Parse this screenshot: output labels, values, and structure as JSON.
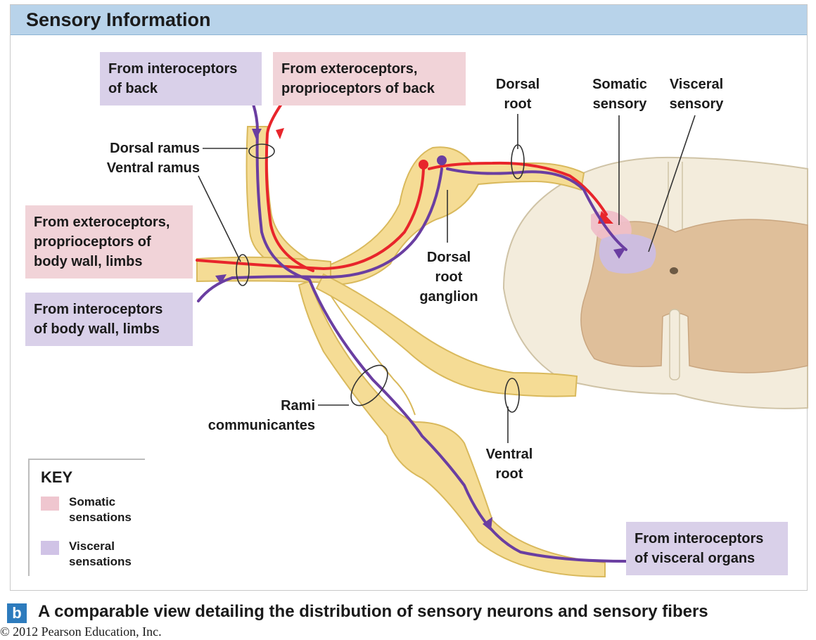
{
  "header": {
    "title": "Sensory Information"
  },
  "labels": {
    "interoceptors_back": [
      "From interoceptors",
      "of back"
    ],
    "exteroceptors_back": [
      "From exteroceptors,",
      "proprioceptors of back"
    ],
    "dorsal_ramus": "Dorsal ramus",
    "ventral_ramus": "Ventral ramus",
    "exteroceptors_body": [
      "From exteroceptors,",
      "proprioceptors of",
      "body wall, limbs"
    ],
    "interoceptors_body": [
      "From interoceptors",
      "of body wall, limbs"
    ],
    "dorsal_root": [
      "Dorsal",
      "root"
    ],
    "somatic_sensory": [
      "Somatic",
      "sensory"
    ],
    "visceral_sensory": [
      "Visceral",
      "sensory"
    ],
    "drg": [
      "Dorsal",
      "root",
      "ganglion"
    ],
    "rami": [
      "Rami",
      "communicantes"
    ],
    "ventral_root": [
      "Ventral",
      "root"
    ],
    "interoceptors_visceral": [
      "From interoceptors",
      "of visceral organs"
    ]
  },
  "key": {
    "title": "KEY",
    "somatic": [
      "Somatic",
      "sensations"
    ],
    "visceral": [
      "Visceral",
      "sensations"
    ]
  },
  "caption": {
    "badge": "b",
    "text": "A comparable view detailing the distribution of sensory neurons and sensory fibers"
  },
  "copyright": "© 2012 Pearson Education, Inc.",
  "colors": {
    "somatic_fiber": "#e8252b",
    "visceral_fiber": "#6a3ea1",
    "nerve": "#f5dc95",
    "nerve_outline": "#d9b95c",
    "spinal_white": "#f3ecdc",
    "spinal_gray": "#dfbf9a",
    "somatic_zone": "#efbfc8",
    "visceral_zone": "#cbbde3",
    "header": "#b8d3ea"
  }
}
